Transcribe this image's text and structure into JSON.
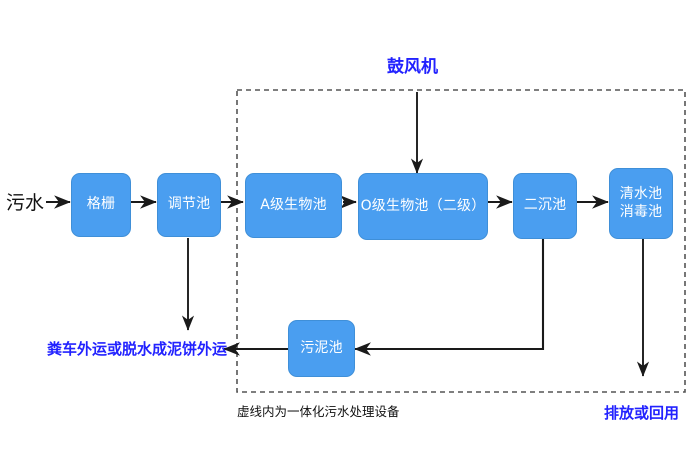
{
  "diagram": {
    "title_note": "虚线内为一体化污水处理设备",
    "colors": {
      "node_fill": "#4a9ef0",
      "node_border": "#3f8fd8",
      "node_text": "#ffffff",
      "accent_label": "#2222ff",
      "plain_label": "#111111",
      "arrow": "#1a1a1a",
      "dashed_border": "#555555",
      "background": "#ffffff"
    },
    "nodes": [
      {
        "id": "grid",
        "label": "格栅"
      },
      {
        "id": "equalize",
        "label": "调节池"
      },
      {
        "id": "a_bio",
        "label": "A级生物池"
      },
      {
        "id": "o_bio",
        "label": "O级生物池（二级）"
      },
      {
        "id": "clarifier",
        "label": "二沉池"
      },
      {
        "id": "clearwater",
        "label": "清水池\n消毒池"
      },
      {
        "id": "sludge",
        "label": "污泥池"
      }
    ],
    "labels": [
      {
        "id": "inflow",
        "text": "污水",
        "style": "black"
      },
      {
        "id": "blower",
        "text": "鼓风机",
        "style": "blue"
      },
      {
        "id": "haul",
        "text": "粪车外运或脱水成泥饼外运",
        "style": "blue"
      },
      {
        "id": "outflow",
        "text": "排放或回用",
        "style": "blue"
      }
    ],
    "enclosure_caption": "虚线内为一体化污水处理设备"
  }
}
